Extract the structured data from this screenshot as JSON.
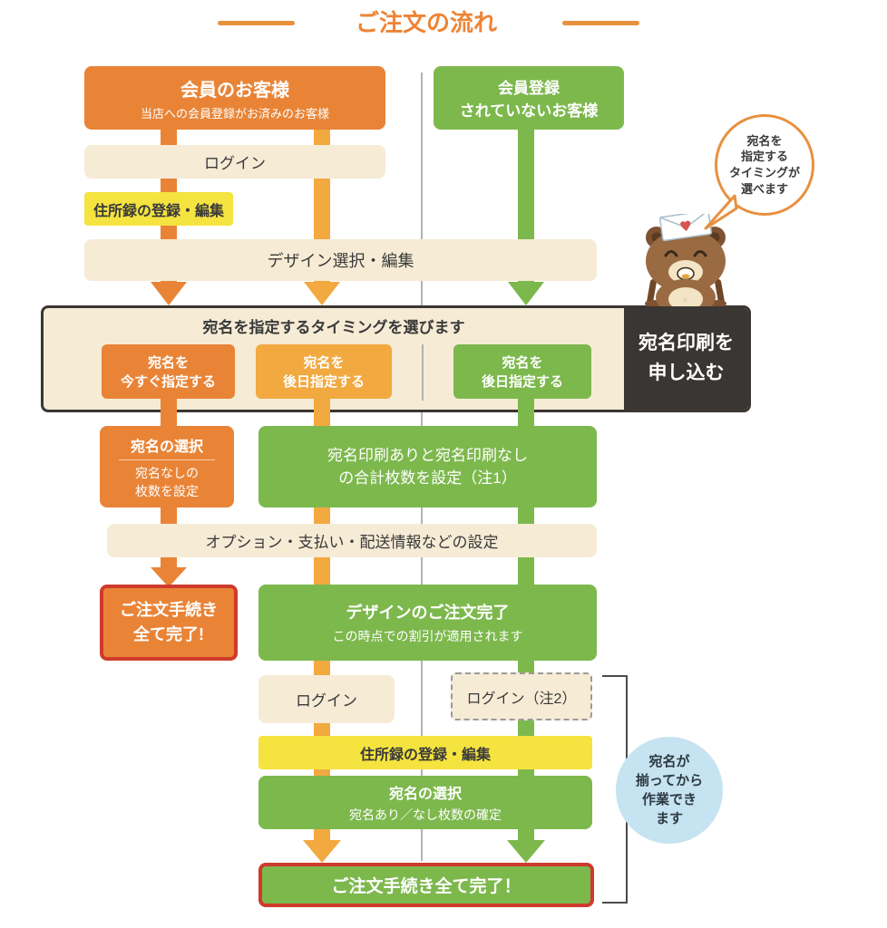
{
  "title": "ご注文の流れ",
  "top": {
    "member": {
      "title": "会員のお客様",
      "subtitle": "当店への会員登録がお済みのお客様"
    },
    "guest": {
      "line1": "会員登録",
      "line2": "されていないお客様"
    },
    "login": "ログイン",
    "address_book": "住所録の登録・編集",
    "design": "デザイン選択・編集"
  },
  "bubble": {
    "lines": [
      "宛名を",
      "指定する",
      "タイミングが",
      "選べます"
    ]
  },
  "timing": {
    "header": "宛名を指定するタイミングを選びます",
    "now": {
      "line1": "宛名を",
      "line2": "今すぐ指定する"
    },
    "later_member": {
      "line1": "宛名を",
      "line2": "後日指定する"
    },
    "later_guest": {
      "line1": "宛名を",
      "line2": "後日指定する"
    },
    "apply": {
      "line1": "宛名印刷を",
      "line2": "申し込む"
    }
  },
  "now_path": {
    "select": {
      "title": "宛名の選択",
      "line1": "宛名なしの",
      "line2": "枚数を設定"
    },
    "options": "オプション・支払い・配送情報などの設定",
    "complete": {
      "line1": "ご注文手続き",
      "line2": "全て完了!"
    }
  },
  "later_path": {
    "quantity": {
      "line1": "宛名印刷ありと宛名印刷なし",
      "line2": "の合計枚数を設定（注1）"
    },
    "design_complete": {
      "title": "デザインのご注文完了",
      "subtitle": "この時点での割引が適用されます"
    },
    "login": "ログイン",
    "login_note": "ログイン（注2）",
    "address_book": "住所録の登録・編集",
    "select": {
      "title": "宛名の選択",
      "subtitle": "宛名あり／なし枚数の確定"
    },
    "complete": "ご注文手続き全て完了！"
  },
  "note_circle": {
    "lines": [
      "宛名が",
      "揃ってから",
      "作業でき",
      "ます"
    ]
  },
  "colors": {
    "orange": "#E98437",
    "light_orange": "#F2A93F",
    "green": "#7DB84D",
    "beige": "#F6EBD5",
    "yellow": "#F5E33F",
    "dark": "#3A3633",
    "red_border": "#CF3A2C",
    "blue": "#C5E3F0",
    "title_orange": "#EE8435"
  }
}
